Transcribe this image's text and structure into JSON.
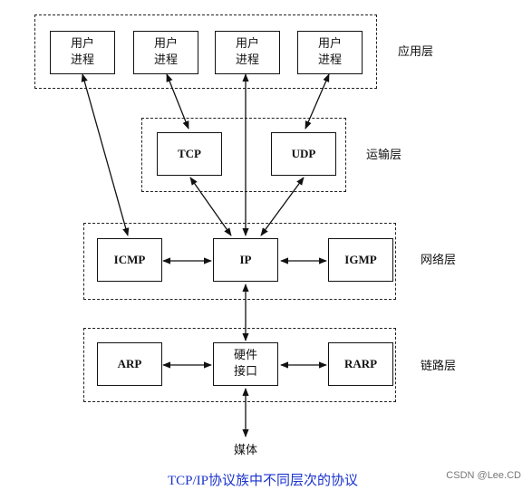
{
  "layers": {
    "application": "应用层",
    "transport": "运输层",
    "network": "网络层",
    "link": "链路层"
  },
  "boxes": {
    "user_process_1": "用户\n进程",
    "user_process_2": "用户\n进程",
    "user_process_3": "用户\n进程",
    "user_process_4": "用户\n进程",
    "tcp": "TCP",
    "udp": "UDP",
    "icmp": "ICMP",
    "ip": "IP",
    "igmp": "IGMP",
    "arp": "ARP",
    "hardware_interface": "硬件\n接口",
    "rarp": "RARP"
  },
  "medium": "媒体",
  "caption": "TCP/IP协议族中不同层次的协议",
  "watermark": "CSDN @Lee.CD"
}
